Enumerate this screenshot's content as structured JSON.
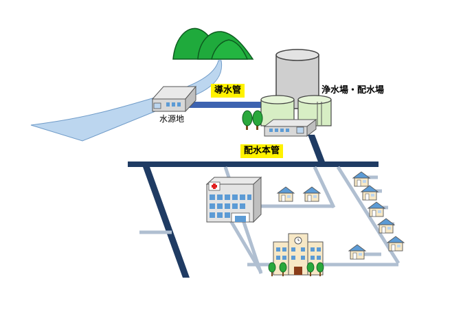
{
  "labels": {
    "intake_pipe": "導水管",
    "water_source": "水源地",
    "purification_distribution": "浄水場・配水場",
    "distribution_main": "配水本管"
  },
  "colors": {
    "main_pipe": "#1f3b63",
    "branch_pipe": "#b0bfd1",
    "intake_pipe": "#3d63b0",
    "river": "#bcd6ef",
    "mountain": "#1faa3c",
    "tank_green": "#d7eec4",
    "tank_grey": "#cfcfcf",
    "roof_blue": "#5c9bd5",
    "house_wall": "#f7e8c6",
    "label_bg": "#fff200"
  },
  "icons": [
    "mountain-icon",
    "river-icon",
    "water-source-building-icon",
    "tank-icon",
    "tree-icon",
    "hospital-icon",
    "school-icon",
    "house-icon"
  ]
}
